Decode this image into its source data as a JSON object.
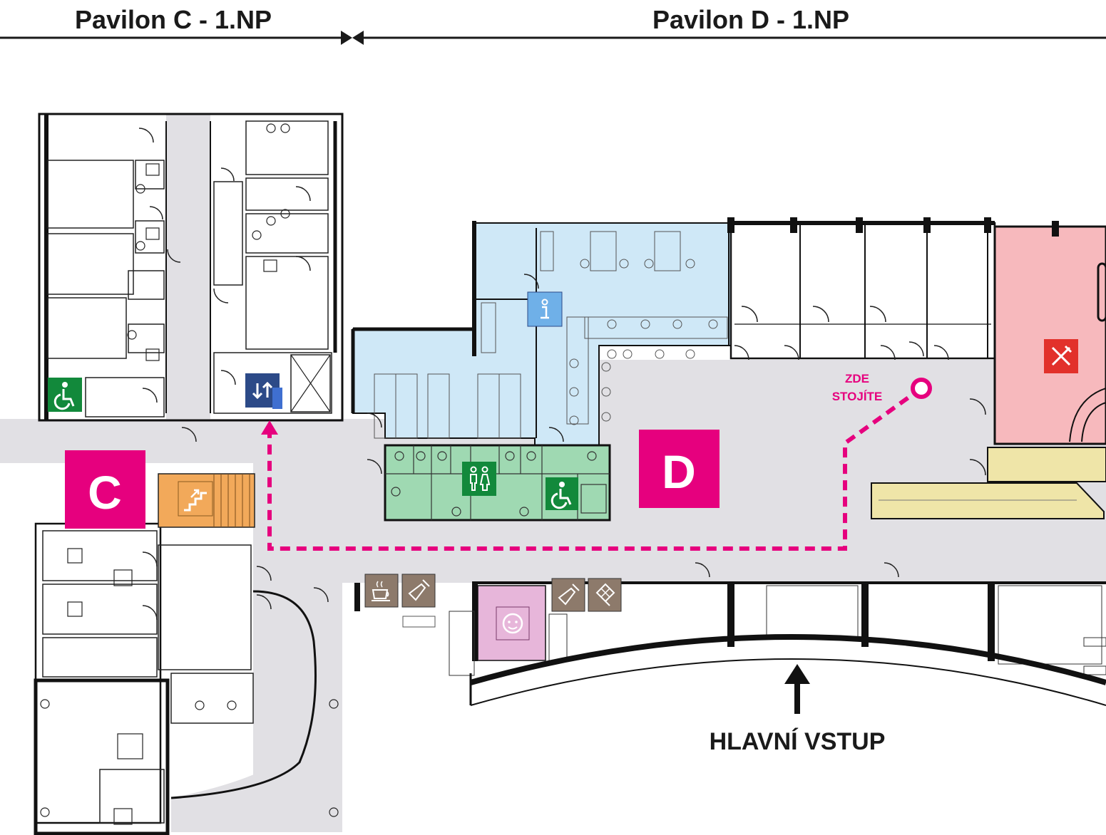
{
  "headers": {
    "pavilion_c": "Pavilon C  - 1.NP",
    "pavilion_d": "Pavilon D - 1.NP"
  },
  "zones": {
    "c_letter": "C",
    "d_letter": "D"
  },
  "you_are_here": {
    "line1": "ZDE",
    "line2": "STOJÍTE"
  },
  "entrance": {
    "label": "HLAVNÍ VSTUP"
  },
  "colors": {
    "accent_magenta": "#e6007e",
    "info_blue": "#cfe8f7",
    "toilet_green": "#9fd9b2",
    "cafeteria_red": "#f7b9bd",
    "stairs_orange": "#f2a95a",
    "baby_pink": "#e7b6da",
    "corridor_gray": "#e1e0e4",
    "icon_dark_green": "#12893b",
    "icon_navy": "#2c4a88",
    "icon_light_blue": "#6fb0e8",
    "icon_brown": "#8d7a6b",
    "icon_red": "#e2312b"
  },
  "icons": [
    "wheelchair-icon",
    "elevator-icon",
    "stairs-icon",
    "info-icon",
    "toilet-icon",
    "restaurant-icon",
    "coffee-icon",
    "baby-bottle-icon",
    "chocolate-icon",
    "baby-changing-icon",
    "up-arrow-icon"
  ]
}
